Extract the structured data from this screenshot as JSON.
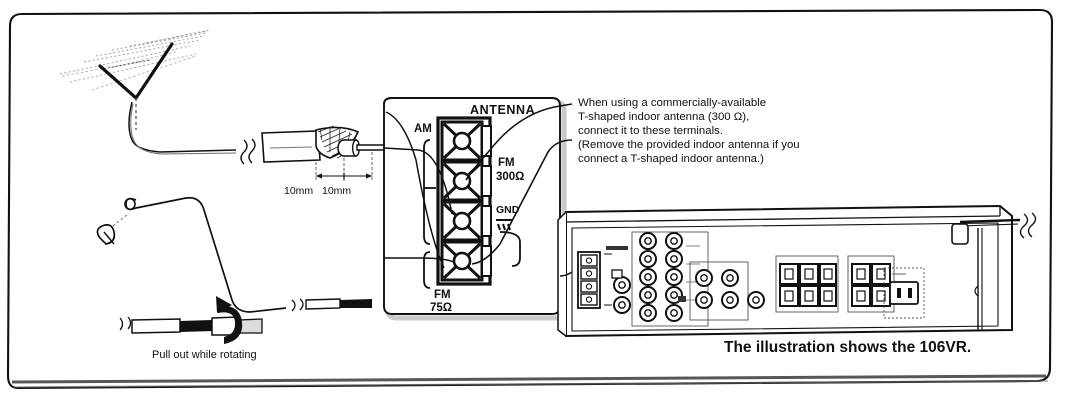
{
  "page": {
    "figure_caption": "The illustration shows the 106VR."
  },
  "antenna_panel": {
    "title": "ANTENNA",
    "terminals": [
      {
        "id": "am",
        "label": "AM"
      },
      {
        "id": "fm300",
        "label": "FM",
        "sublabel": "300Ω"
      },
      {
        "id": "gnd",
        "label": "GND",
        "symbol": "ground-symbol"
      },
      {
        "id": "fm75",
        "label": "FM",
        "sublabel": "75Ω"
      }
    ]
  },
  "callout": {
    "lines": [
      "When using a commercially-available",
      "T-shaped indoor antenna (300 Ω),",
      "connect it to these terminals.",
      "(Remove the provided indoor antenna if you",
      "connect a T-shaped indoor antenna.)"
    ]
  },
  "coax": {
    "dimension_labels": [
      "10mm",
      "10mm"
    ]
  },
  "plug": {
    "instruction": "Pull out while rotating"
  },
  "rear_panel": {
    "ac_outlet_present": true,
    "power_cord_present": true
  },
  "colors": {
    "ink": "#111111",
    "paper": "#ffffff",
    "shadow": "#b9b9b9",
    "faint": "#9a9a9a"
  }
}
